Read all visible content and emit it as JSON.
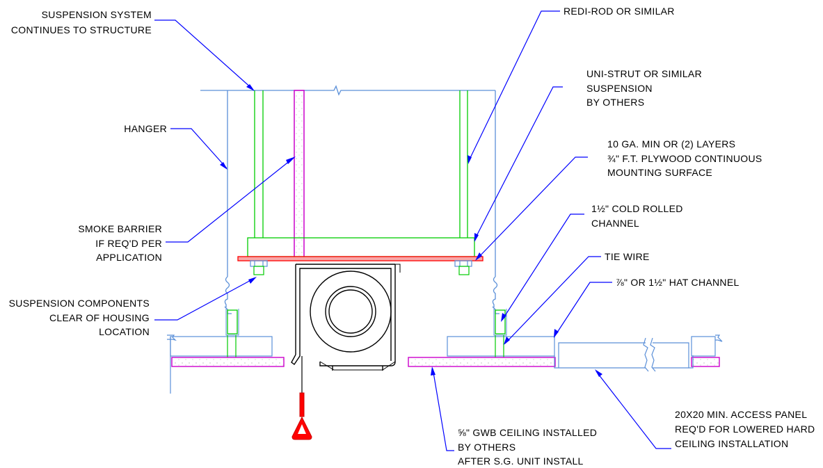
{
  "colors": {
    "background": "#ffffff",
    "leader": "#0000ff",
    "hanger": "#5a8fd8",
    "structure": "#00cc00",
    "magenta": "#cc00cc",
    "plywood": "#ff0000",
    "ceiling_outline": "#4a7fc8",
    "unit": "#000000",
    "handle": "#ff0000",
    "text": "#000000"
  },
  "callouts": {
    "suspension_system": [
      "SUSPENSION SYSTEM",
      "CONTINUES TO STRUCTURE"
    ],
    "redi_rod": [
      "REDI-ROD OR SIMILAR"
    ],
    "uni_strut": [
      "UNI-STRUT OR SIMILAR",
      "SUSPENSION",
      "BY OTHERS"
    ],
    "hanger": [
      "HANGER"
    ],
    "mounting_surface": [
      "10 GA. MIN OR (2) LAYERS",
      "¾\" F.T. PLYWOOD CONTINUOUS",
      "MOUNTING SURFACE"
    ],
    "cold_rolled": [
      "1½\" COLD ROLLED",
      "CHANNEL"
    ],
    "smoke_barrier": [
      "SMOKE BARRIER",
      "IF REQ'D PER",
      "APPLICATION"
    ],
    "tie_wire": [
      "TIE WIRE"
    ],
    "hat_channel": [
      "⅞\" OR  1½\" HAT CHANNEL"
    ],
    "suspension_components": [
      "SUSPENSION COMPONENTS",
      "CLEAR OF HOUSING",
      "LOCATION"
    ],
    "access_panel": [
      "20X20 MIN. ACCESS PANEL",
      "REQ'D FOR LOWERED HARD",
      "CEILING INSTALLATION"
    ],
    "gwb_ceiling": [
      "⅝\" GWB CEILING INSTALLED",
      "BY OTHERS",
      "AFTER S.G. UNIT INSTALL"
    ]
  }
}
